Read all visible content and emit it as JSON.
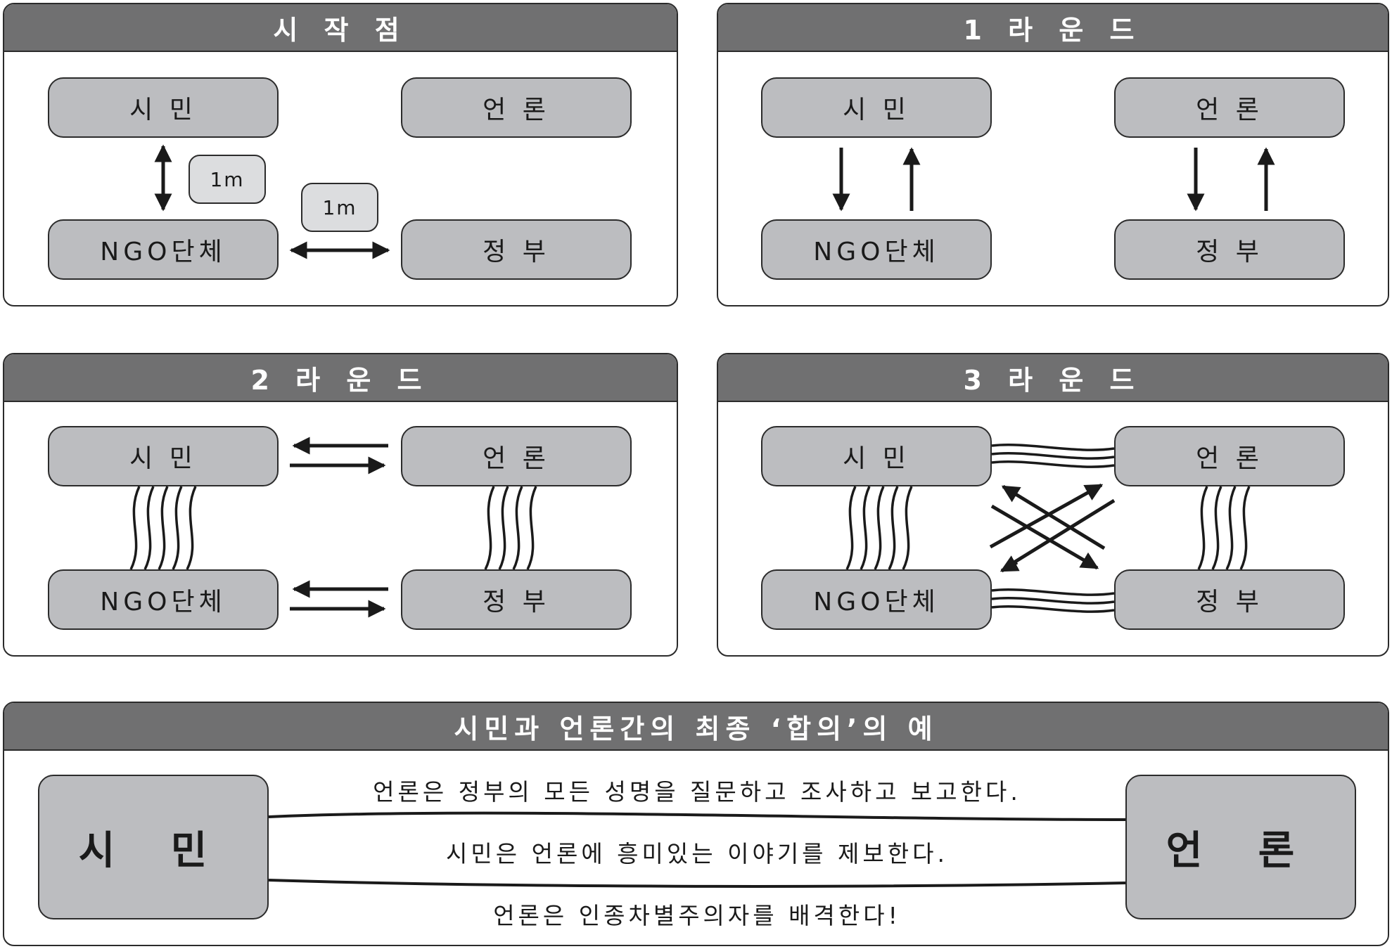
{
  "panels": {
    "start": {
      "title": "시 작 점",
      "citizen": "시 민",
      "media": "언 론",
      "ngo": "NGO단체",
      "government": "정 부",
      "distance_vertical": "1m",
      "distance_horizontal": "1m"
    },
    "round1": {
      "title": "1 라 운 드",
      "citizen": "시 민",
      "media": "언 론",
      "ngo": "NGO단체",
      "government": "정 부"
    },
    "round2": {
      "title": "2 라 운 드",
      "citizen": "시 민",
      "media": "언 론",
      "ngo": "NGO단체",
      "government": "정 부"
    },
    "round3": {
      "title": "3 라 운 드",
      "citizen": "시 민",
      "media": "언 론",
      "ngo": "NGO단체",
      "government": "정 부"
    },
    "agreement": {
      "title": "시민과 언론간의 최종 ‘합의’의 예",
      "citizen": "시 민",
      "media": "언 론",
      "sentences": [
        "언론은 정부의 모든 성명을 질문하고 조사하고 보고한다.",
        "시민은 언론에 흥미있는 이야기를 제보한다.",
        "언론은 인종차별주의자를 배격한다!"
      ]
    }
  },
  "colors": {
    "header": "#707071",
    "node": "#bcbdc0",
    "line": "#1a1a1a"
  }
}
